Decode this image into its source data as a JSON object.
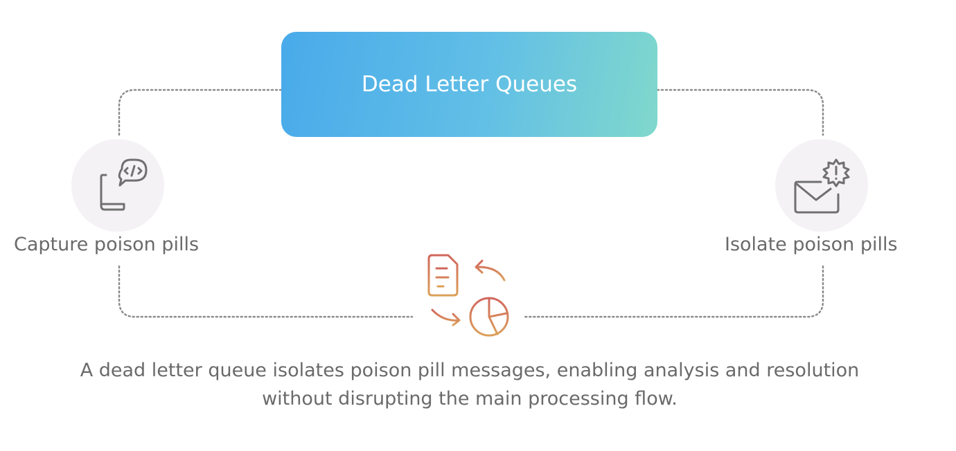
{
  "title": "Dead Letter Queues",
  "left_node": {
    "label": "Capture poison pills",
    "icon": "code-chat-icon"
  },
  "right_node": {
    "label": "Isolate poison pills",
    "icon": "mail-alert-icon"
  },
  "center_icon": "document-analysis-cycle-icon",
  "caption": {
    "line1": "A dead letter queue isolates poison pill messages, enabling analysis and resolution",
    "line2": "without disrupting the main processing flow."
  },
  "colors": {
    "gradient_start": "#49aaea",
    "gradient_end": "#80d8cc",
    "icon_gray": "#707070",
    "icon_warm": "#d68a5a"
  }
}
